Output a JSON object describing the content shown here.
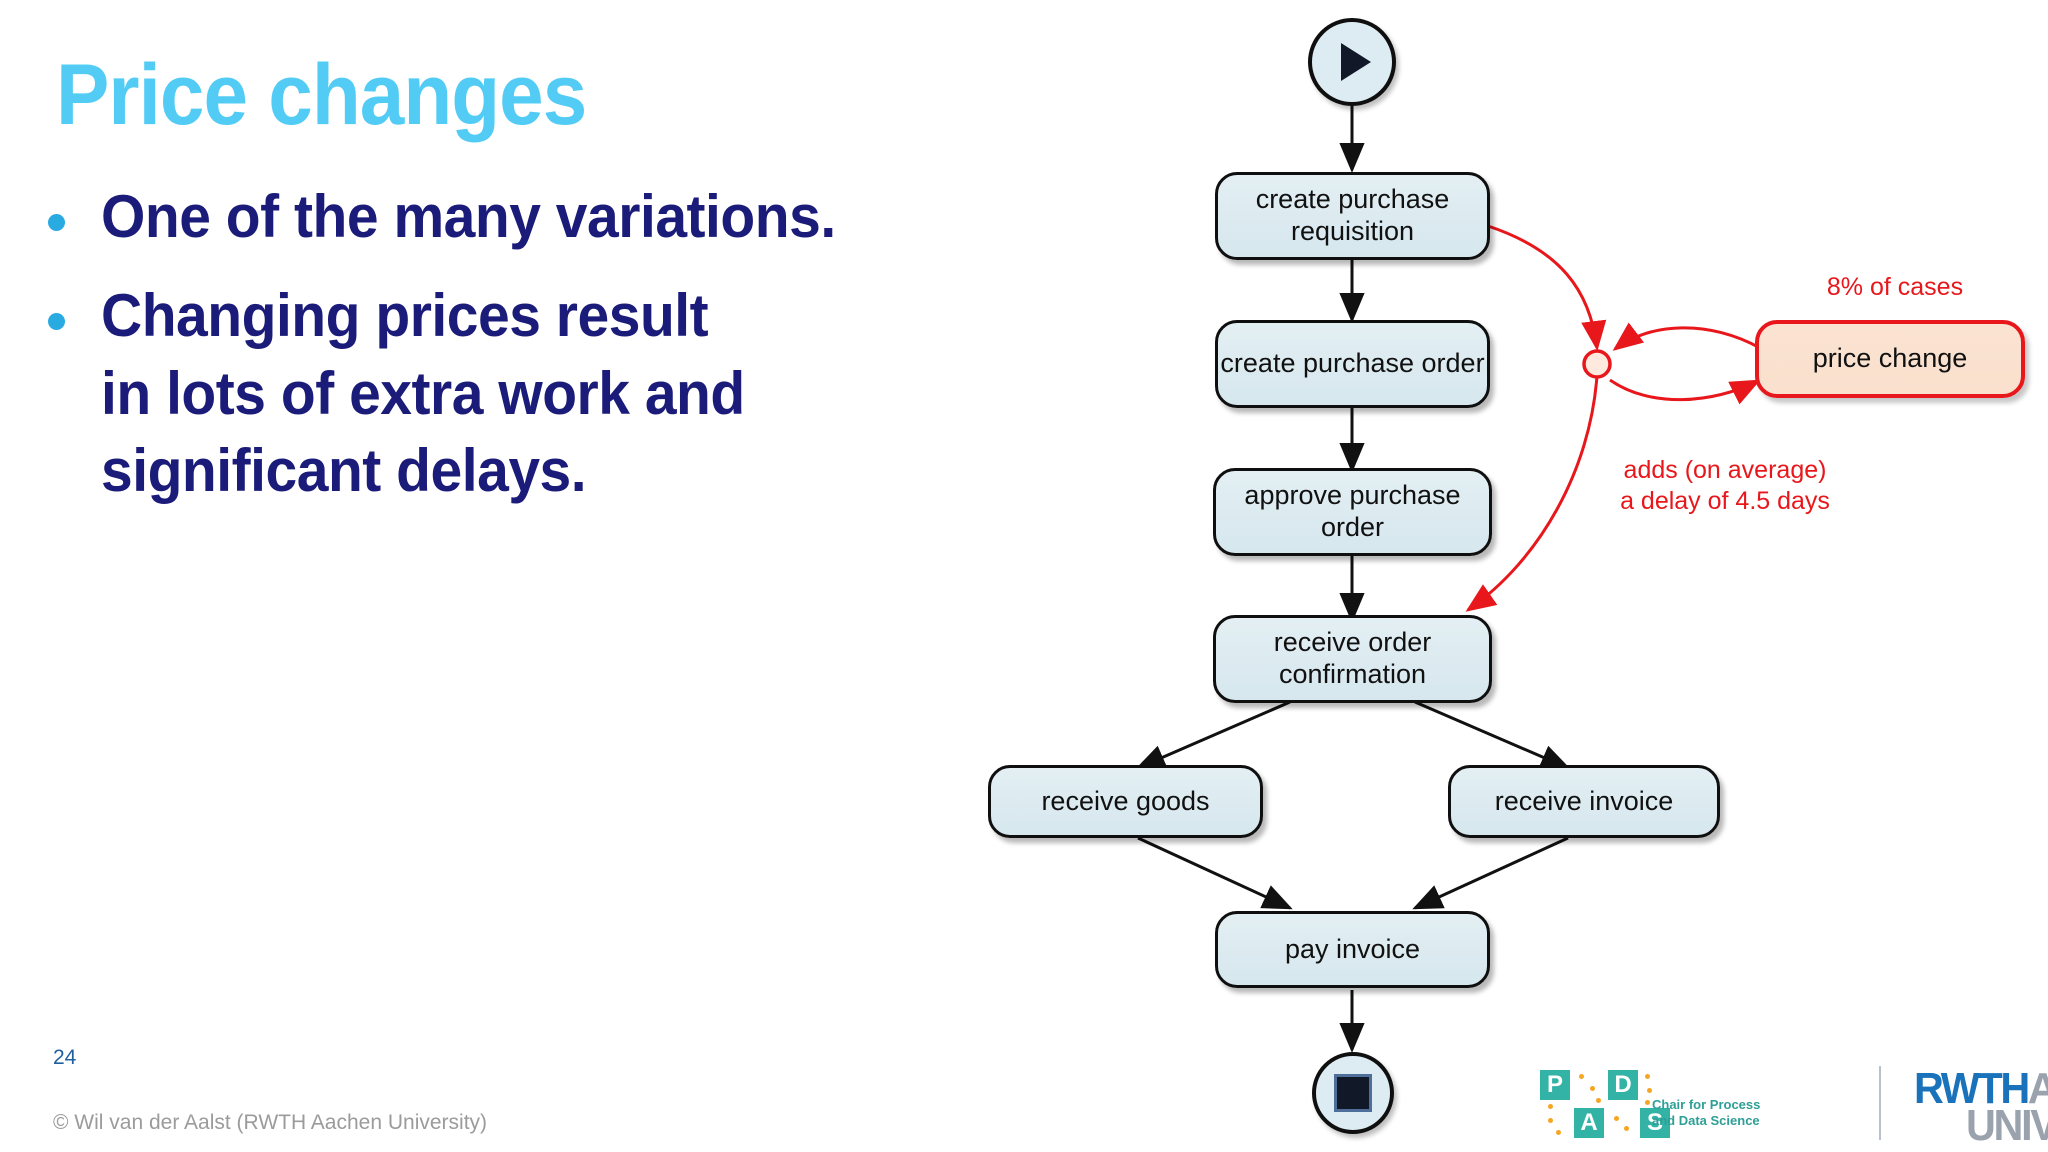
{
  "slide": {
    "title": "Price changes",
    "bullets": [
      "One of the many variations.",
      "Changing prices result in lots of extra work and significant delays."
    ],
    "slide_number": "24",
    "copyright": "© Wil van der Aalst (RWTH Aachen University)"
  },
  "colors": {
    "title": "#52ccf5",
    "bullet_text": "#1b1b7a",
    "bullet_dot": "#29abe2",
    "node_fill": "#dce8ee",
    "node_border": "#0f0f0f",
    "highlight_fill": "#fbe3d2",
    "highlight_border": "#e8171b",
    "annotation": "#e8171b",
    "slide_number": "#1f5fa0",
    "copyright": "#9b9b9b",
    "pads_teal": "#33b3a6",
    "pads_orange": "#f5a623",
    "rwth_blue": "#1a72bb",
    "rwth_gray": "#9aa3ad"
  },
  "diagram": {
    "type": "process-model",
    "start_label": "start-event",
    "end_label": "end-event",
    "nodes": [
      {
        "id": "create-purchase-requisition",
        "label": "create purchase requisition"
      },
      {
        "id": "create-purchase-order",
        "label": "create purchase order"
      },
      {
        "id": "approve-purchase-order",
        "label": "approve purchase order"
      },
      {
        "id": "receive-order-confirmation",
        "label": "receive order confirmation"
      },
      {
        "id": "receive-goods",
        "label": "receive goods"
      },
      {
        "id": "receive-invoice",
        "label": "receive invoice"
      },
      {
        "id": "pay-invoice",
        "label": "pay invoice"
      },
      {
        "id": "price-change",
        "label": "price change"
      }
    ],
    "annotations": [
      {
        "id": "percentage-of-cases",
        "text": "8% of cases"
      },
      {
        "id": "average-delay-line1",
        "text": "adds (on average)"
      },
      {
        "id": "average-delay-line2",
        "text": "a delay of 4.5 days"
      }
    ]
  },
  "logos": {
    "pads": {
      "letters": [
        "P",
        "D",
        "A",
        "S"
      ],
      "subtitle_line1": "Chair for Process",
      "subtitle_line2": "and Data Science"
    },
    "rwth": {
      "mark": "RWTH",
      "word1": "AACHEN",
      "word2": "UNIVERSITY"
    }
  }
}
